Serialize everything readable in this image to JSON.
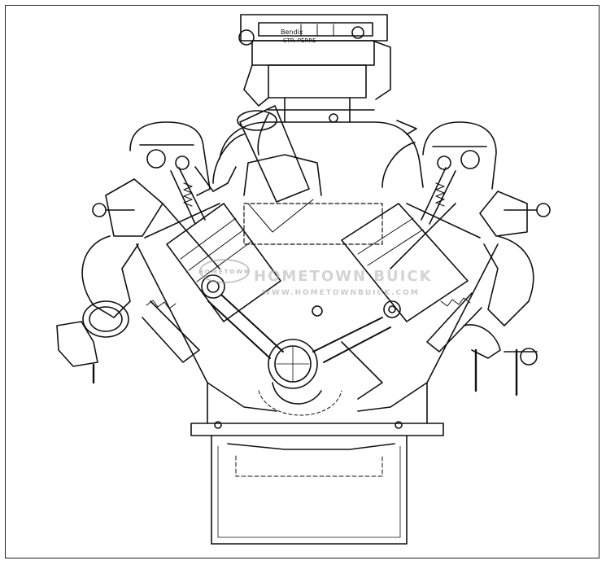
{
  "figure": {
    "subject": "engine-cross-section",
    "line_color": "#111111",
    "background": "#ffffff"
  },
  "carburetor": {
    "brand_label": "Bendix",
    "tag_label": "STR. PERRE"
  },
  "watermark": {
    "badge_text": "HOMETOWN",
    "line1": "HOMETOWN BUICK",
    "line2": "WWW.HOMETOWNBUICK.COM",
    "color": "#c8c8c8"
  }
}
